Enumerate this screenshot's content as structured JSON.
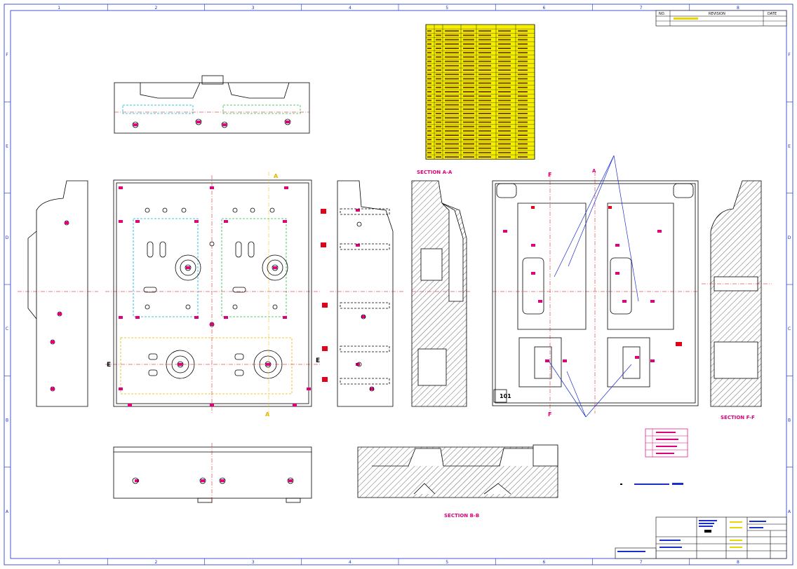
{
  "sheet": {
    "zone_numbers_top": [
      "1",
      "2",
      "3",
      "4",
      "5",
      "6",
      "7",
      "8"
    ],
    "zone_letters_right": [
      "F",
      "E",
      "D",
      "C",
      "B",
      "A"
    ]
  },
  "revision_block": {
    "col_no": "NO.",
    "col_revision": "REVISION",
    "col_date": "DATE"
  },
  "labels": {
    "section_aa": "SECTION A-A",
    "section_bb": "SECTION B-B",
    "section_ff": "SECTION F-F",
    "cut_a_top": "A",
    "cut_a_bottom": "A",
    "cut_e_left": "E",
    "cut_e_right": "E",
    "cut_f_top": "F",
    "cut_f_bottom": "F",
    "cut_a_right": "A",
    "view_number": "101"
  },
  "colors": {
    "outline": "#000000",
    "dimension": "#e0007a",
    "cooling_cyan": "#00b4d8",
    "cooling_green": "#2fb84a",
    "cooling_yellow": "#e6b800",
    "centerline": "#d40000",
    "leader": "#1a2ecc",
    "table_fill": "#f4ee00",
    "table_text": "#7a4a00",
    "frame": "#1a2ecc"
  }
}
